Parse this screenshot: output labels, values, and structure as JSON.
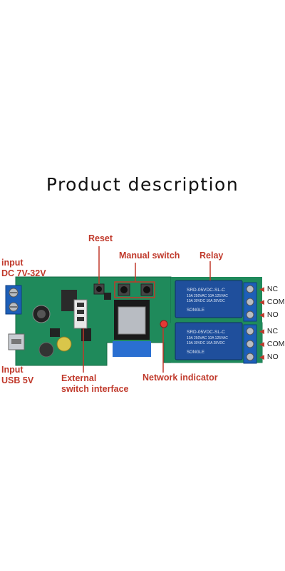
{
  "title": "Product description",
  "labels": {
    "reset": "Reset",
    "manual_switch": "Manual switch",
    "relay": "Relay",
    "input_dc_line1": "input",
    "input_dc_line2": "DC 7V-32V",
    "input_usb_line1": "Input",
    "input_usb_line2": "USB 5V",
    "external_line1": "External",
    "external_line2": "switch interface",
    "network_indicator": "Network indicator"
  },
  "relay_text": {
    "model": "SRD-05VDC-SL-C",
    "rating_a": "10A 250VAC  10A 125VAC",
    "rating_b": "10A 30VDC  10A 28VDC",
    "brand": "SONGLE"
  },
  "terminals": {
    "relay1": [
      "NC",
      "COM",
      "NO"
    ],
    "relay2": [
      "NC",
      "COM",
      "NO"
    ]
  },
  "colors": {
    "accent": "#c0392b",
    "pcb": "#1f8a5b",
    "relay": "#1f4f9c",
    "terminal": "#1d5fb8"
  }
}
